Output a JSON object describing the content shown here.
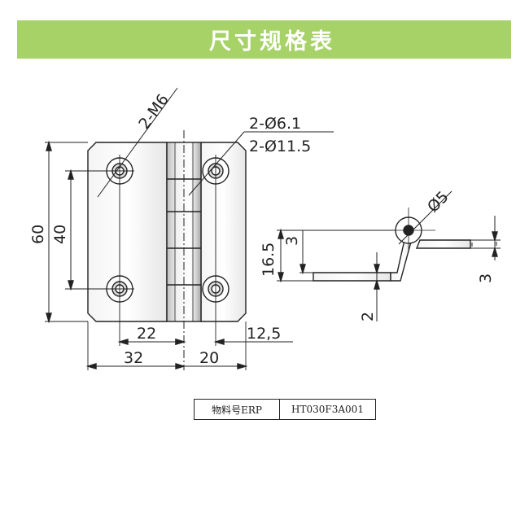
{
  "banner": {
    "title": "尺寸规格表"
  },
  "dimensions": {
    "thread": "2-M6",
    "hole_small": "2-Ø6.1",
    "hole_large": "2-Ø11.5",
    "height_total": "60",
    "height_holes": "40",
    "pin_dia": "Ø5",
    "side_height": "16.5",
    "side_3_left": "3",
    "side_3_right": "3",
    "side_2": "2",
    "width_22": "22",
    "width_12_5": "12,5",
    "width_32": "32",
    "width_20": "20"
  },
  "spec_table": {
    "label": "物料号ERP",
    "value": "HT030F3A001"
  },
  "colors": {
    "banner": "#a6d267",
    "line": "#222222"
  }
}
